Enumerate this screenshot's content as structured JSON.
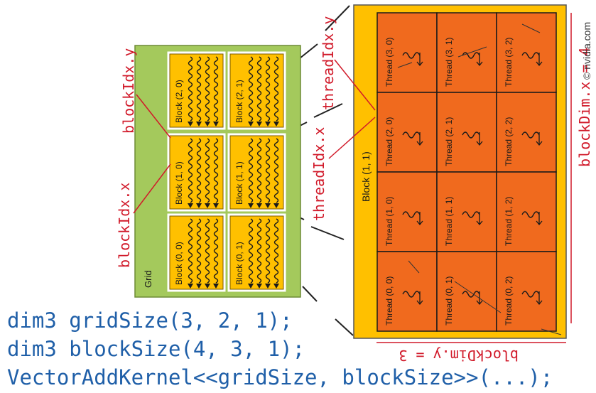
{
  "grid": {
    "label": "Grid",
    "blocks": [
      {
        "label": "Block (2, 0)"
      },
      {
        "label": "Block (2, 1)"
      },
      {
        "label": "Block (1, 0)"
      },
      {
        "label": "Block (1, 1)"
      },
      {
        "label": "Block (0, 0)"
      },
      {
        "label": "Block (0, 1)"
      }
    ]
  },
  "block_detail": {
    "label": "Block (1, 1)",
    "threads": [
      [
        "Thread (3, 0)",
        "Thread (3, 1)",
        "Thread (3, 2)"
      ],
      [
        "Thread (2, 0)",
        "Thread (2, 1)",
        "Thread (2, 2)"
      ],
      [
        "Thread (1, 0)",
        "Thread (1, 1)",
        "Thread (1, 2)"
      ],
      [
        "Thread (0, 0)",
        "Thread (0, 1)",
        "Thread (0, 2)"
      ]
    ]
  },
  "annotations": {
    "blockIdx_y": "blockIdx.y",
    "blockIdx_x": "blockIdx.x",
    "threadIdx_y": "threadIdx.y",
    "threadIdx_x": "threadIdx.x",
    "blockDim_x": "blockDim.x = 4",
    "blockDim_y": "blockDim.y = 3",
    "copyright": "© nvidia.com"
  },
  "code": {
    "line1": "dim3 gridSize(3, 2, 1);",
    "line2": "dim3 blockSize(4, 3, 1);",
    "line3": "VectorAddKernel<<gridSize, blockSize>>(...);"
  },
  "colors": {
    "grid_green": "#a4c95c",
    "block_yellow": "#ffc000",
    "thread_orange": "#f06a1e",
    "annotation_red": "#d11a2a",
    "code_blue": "#1f5fa8"
  }
}
